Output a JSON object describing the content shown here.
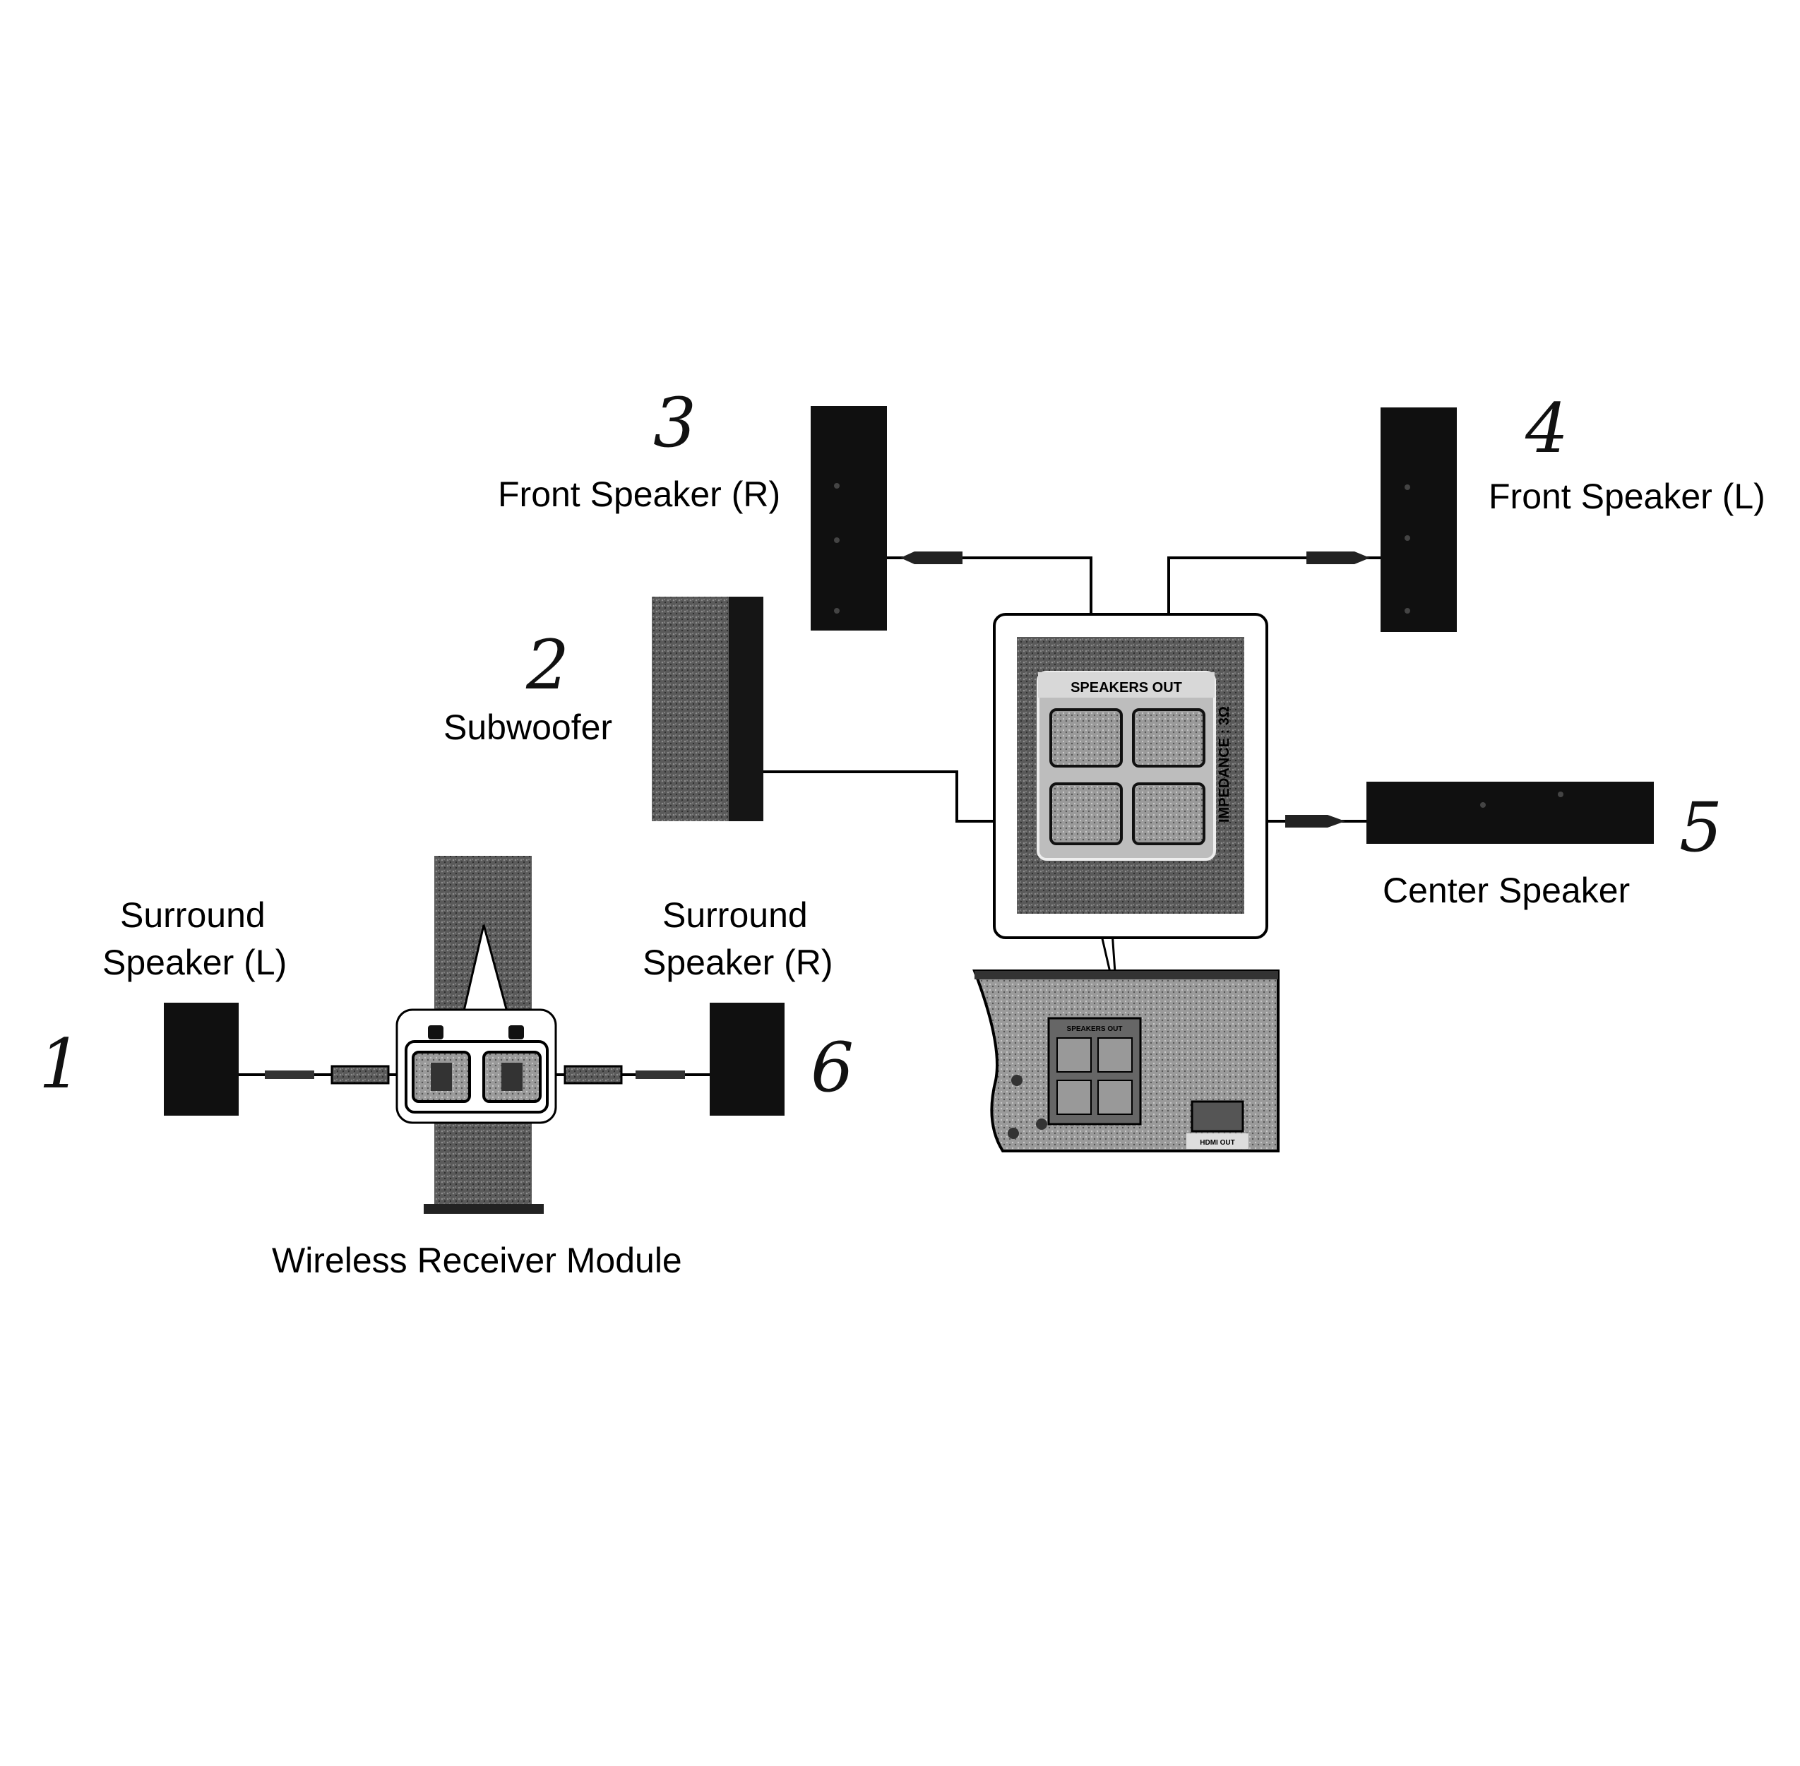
{
  "labels": {
    "front_right": "Front Speaker (R)",
    "front_left": "Front Speaker (L)",
    "subwoofer": "Subwoofer",
    "center": "Center Speaker",
    "surround_left_line1": "Surround",
    "surround_left_line2": "Speaker (L)",
    "surround_right_line1": "Surround",
    "surround_right_line2": "Speaker (R)",
    "wireless_module": "Wireless Receiver Module"
  },
  "numbers": {
    "n1": "1",
    "n2": "2",
    "n3": "3",
    "n4": "4",
    "n5": "5",
    "n6": "6"
  },
  "panel": {
    "header": "SPEAKERS OUT",
    "impedance": "IMPEDANCE : 3Ω",
    "mini_header": "SPEAKERS OUT",
    "hdmi": "HDMI OUT"
  },
  "colors": {
    "speaker_fill": "#101010",
    "panel_fill": "#6e6e6e",
    "wire": "#000000"
  }
}
